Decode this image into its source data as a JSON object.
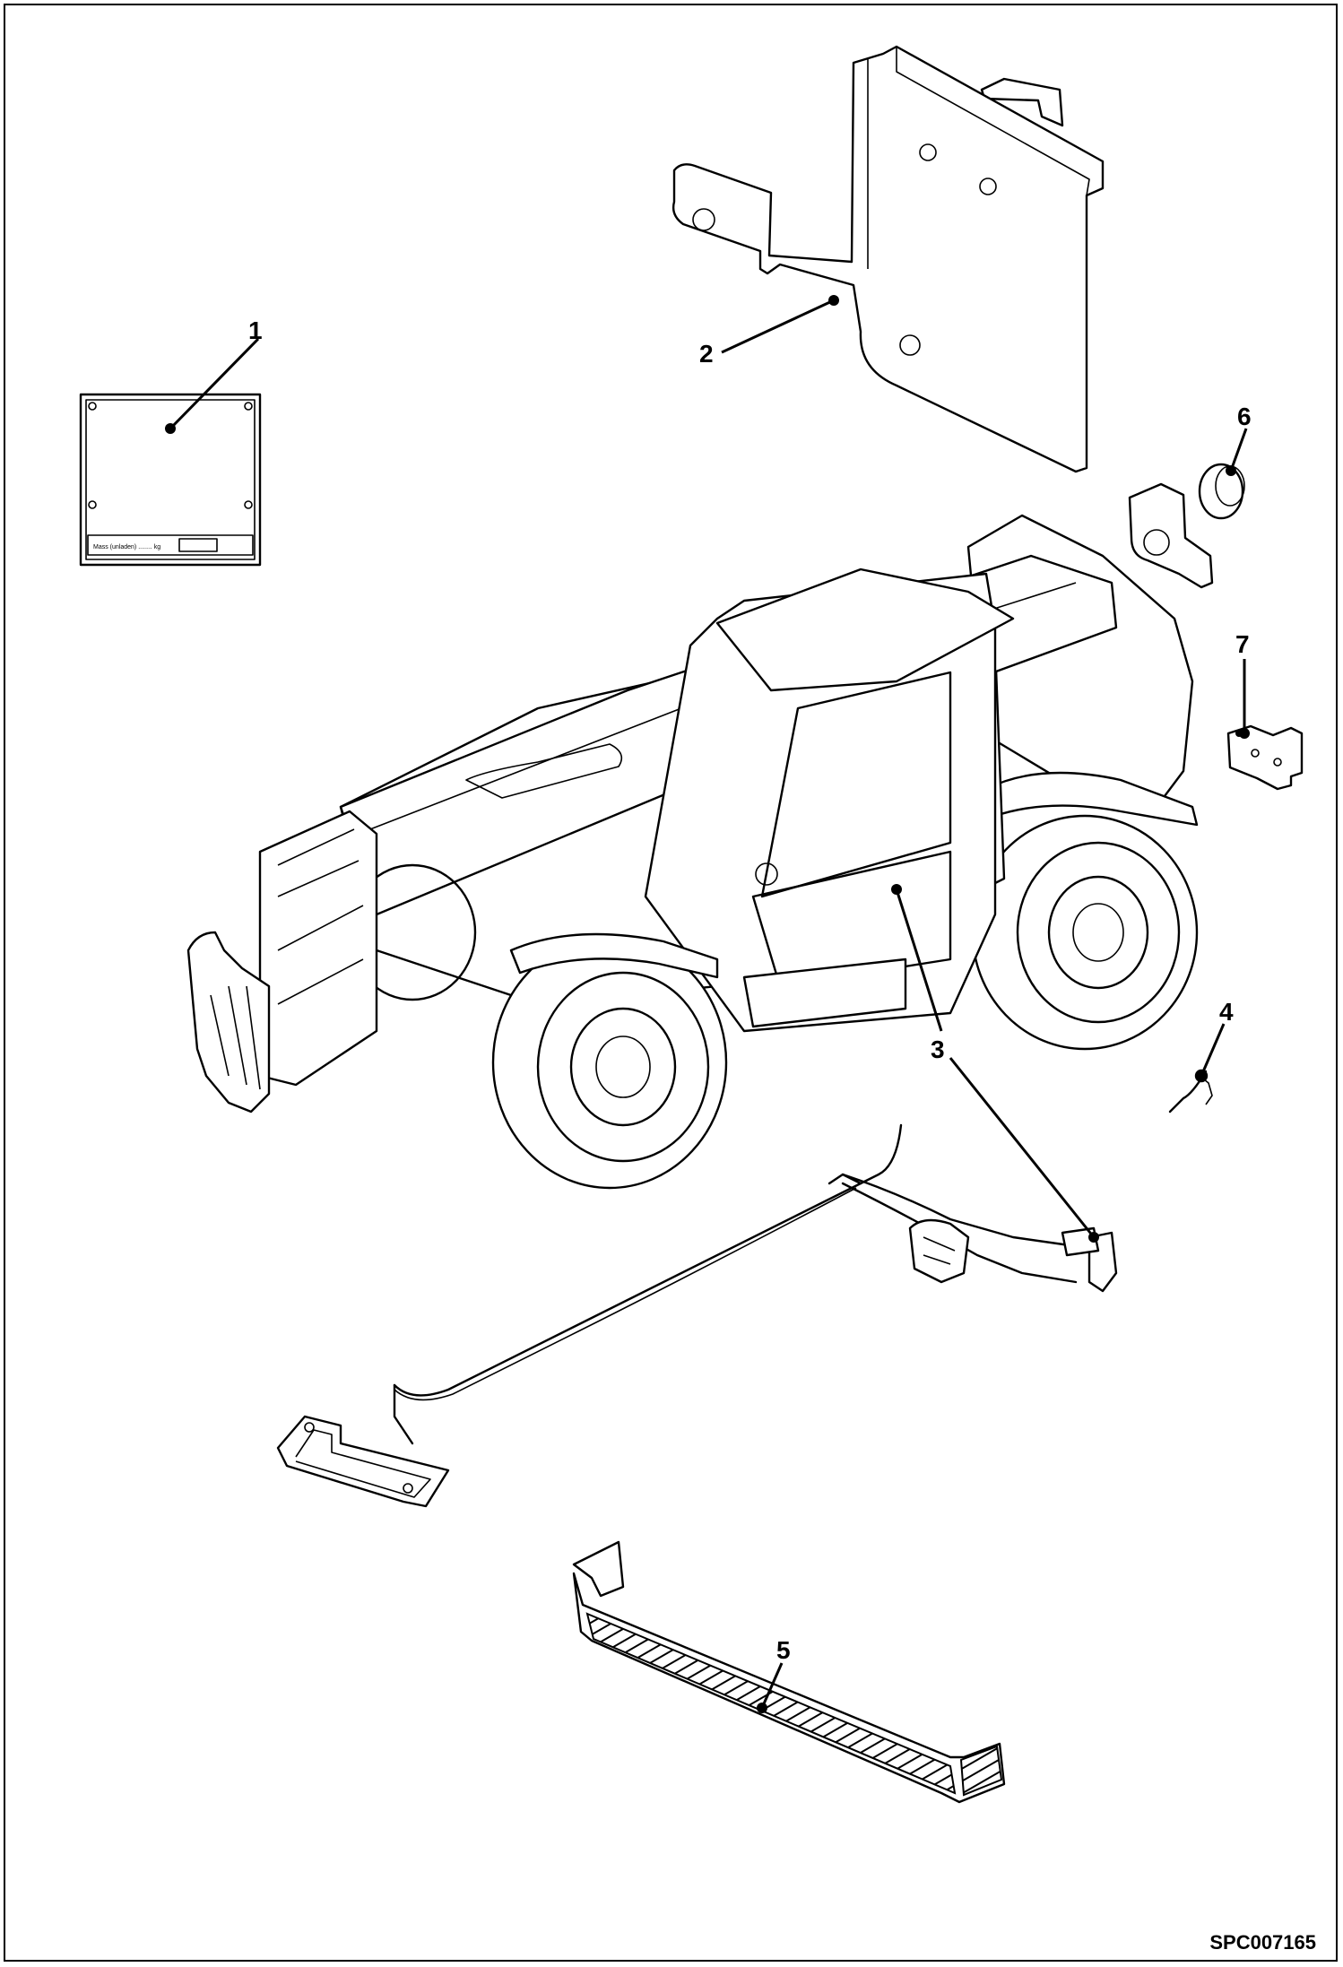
{
  "figure": {
    "reference_code": "SPC007165",
    "plate_text": "Mass (unladen) ........ kg"
  },
  "callouts": [
    {
      "id": "1",
      "label": "1"
    },
    {
      "id": "2",
      "label": "2"
    },
    {
      "id": "3",
      "label": "3"
    },
    {
      "id": "4",
      "label": "4"
    },
    {
      "id": "5",
      "label": "5"
    },
    {
      "id": "6",
      "label": "6"
    },
    {
      "id": "7",
      "label": "7"
    }
  ]
}
